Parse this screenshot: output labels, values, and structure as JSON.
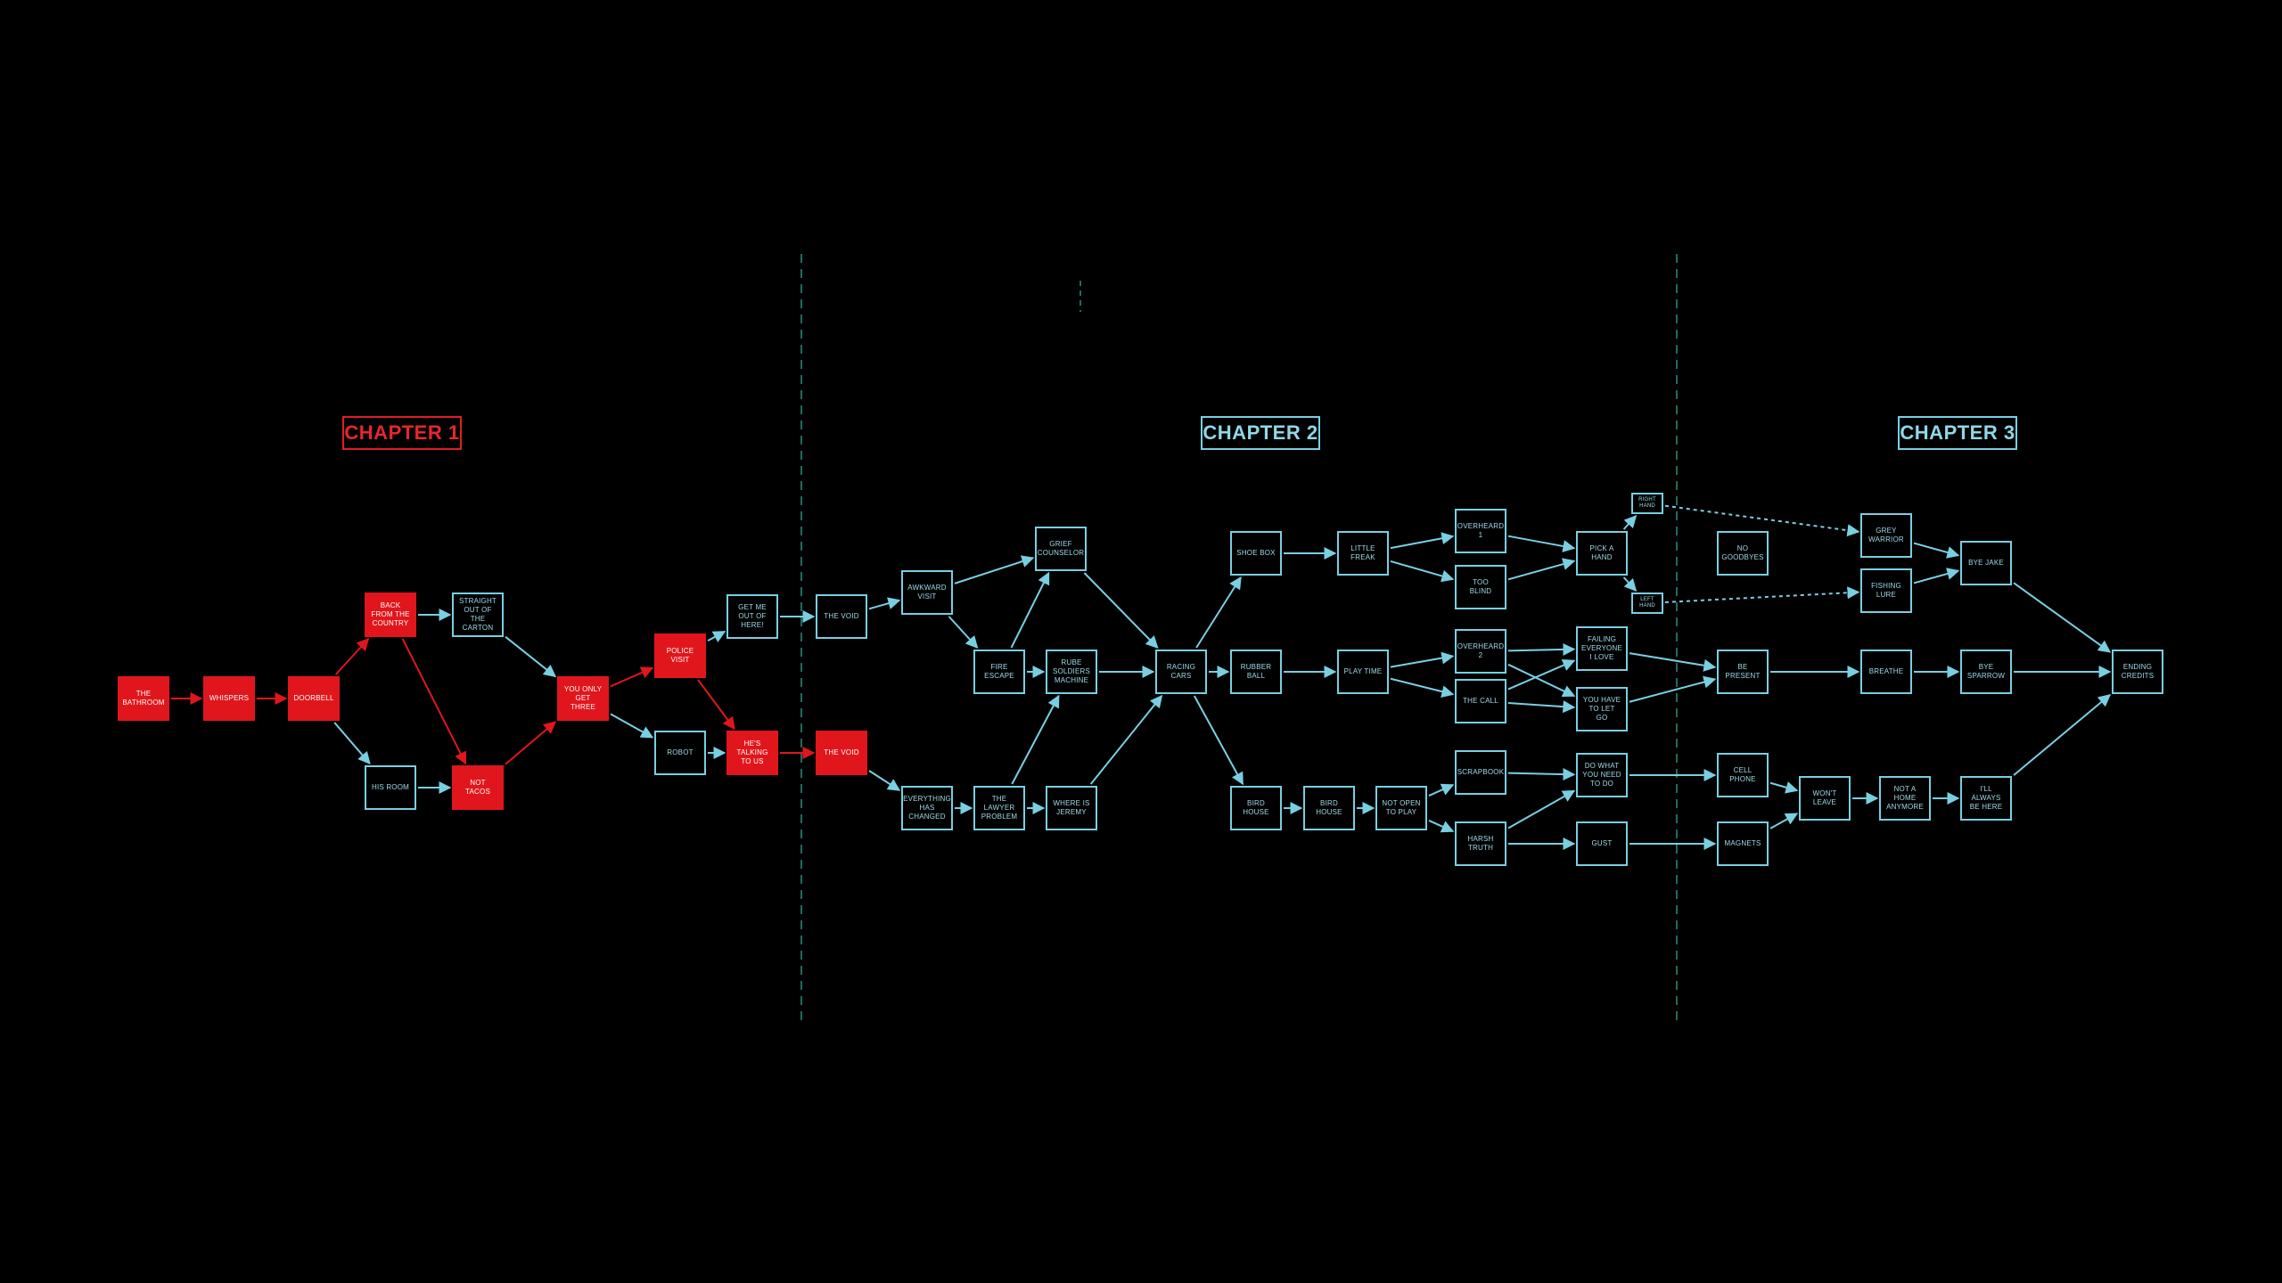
{
  "colors": {
    "background": "#000000",
    "red_path": "#e0161c",
    "cyan_path": "#79cfe2",
    "divider": "#1f6b60"
  },
  "chapters": [
    {
      "id": "ch1",
      "label": "CHAPTER 1",
      "color": "red"
    },
    {
      "id": "ch2",
      "label": "CHAPTER 2",
      "color": "cyan"
    },
    {
      "id": "ch3",
      "label": "CHAPTER 3",
      "color": "cyan"
    }
  ],
  "nodes": [
    {
      "id": "bathroom",
      "label": "THE BATHROOM",
      "style": "red"
    },
    {
      "id": "whispers",
      "label": "WHISPERS",
      "style": "red"
    },
    {
      "id": "doorbell",
      "label": "DOORBELL",
      "style": "red"
    },
    {
      "id": "back_country",
      "label": "BACK FROM THE COUNTRY",
      "style": "red"
    },
    {
      "id": "his_room",
      "label": "HIS ROOM",
      "style": "cyan"
    },
    {
      "id": "straight_carton",
      "label": "STRAIGHT OUT OF THE CARTON",
      "style": "cyan"
    },
    {
      "id": "not_tacos",
      "label": "NOT TACOS",
      "style": "red"
    },
    {
      "id": "only_get_three",
      "label": "YOU ONLY GET THREE",
      "style": "red"
    },
    {
      "id": "police_visit",
      "label": "POLICE VISIT",
      "style": "red"
    },
    {
      "id": "robot",
      "label": "ROBOT",
      "style": "cyan"
    },
    {
      "id": "get_me_out",
      "label": "GET ME OUT OF HERE!",
      "style": "cyan"
    },
    {
      "id": "talking_to_us",
      "label": "HE'S TALKING TO US",
      "style": "red"
    },
    {
      "id": "void_top",
      "label": "THE VOID",
      "style": "cyan"
    },
    {
      "id": "void_red",
      "label": "THE VOID",
      "style": "red"
    },
    {
      "id": "awkward_visit",
      "label": "AWKWARD VISIT",
      "style": "cyan"
    },
    {
      "id": "grief_counselor",
      "label": "GRIEF COUNSELOR",
      "style": "cyan"
    },
    {
      "id": "fire_escape",
      "label": "FIRE ESCAPE",
      "style": "cyan"
    },
    {
      "id": "rube_soldiers",
      "label": "RUBE SOLDIERS MACHINE",
      "style": "cyan"
    },
    {
      "id": "everything_changed",
      "label": "EVERYTHING HAS CHANGED",
      "style": "cyan"
    },
    {
      "id": "lawyer_problem",
      "label": "THE LAWYER PROBLEM",
      "style": "cyan"
    },
    {
      "id": "where_jeremy",
      "label": "WHERE IS JEREMY",
      "style": "cyan"
    },
    {
      "id": "racing_cars",
      "label": "RACING CARS",
      "style": "cyan"
    },
    {
      "id": "shoe_box",
      "label": "SHOE BOX",
      "style": "cyan"
    },
    {
      "id": "little_freak",
      "label": "LITTLE FREAK",
      "style": "cyan"
    },
    {
      "id": "rubber_ball",
      "label": "RUBBER BALL",
      "style": "cyan"
    },
    {
      "id": "play_time",
      "label": "PLAY TIME",
      "style": "cyan"
    },
    {
      "id": "bird_house_1",
      "label": "BIRD HOUSE",
      "style": "cyan"
    },
    {
      "id": "bird_house_2",
      "label": "BIRD HOUSE",
      "style": "cyan"
    },
    {
      "id": "not_open_play",
      "label": "NOT OPEN TO PLAY",
      "style": "cyan"
    },
    {
      "id": "overheard_1",
      "label": "OVERHEARD 1",
      "style": "cyan"
    },
    {
      "id": "too_blind",
      "label": "TOO BLIND",
      "style": "cyan"
    },
    {
      "id": "overheard_2",
      "label": "OVERHEARD 2",
      "style": "cyan"
    },
    {
      "id": "the_call",
      "label": "THE CALL",
      "style": "cyan"
    },
    {
      "id": "scrapbook",
      "label": "SCRAPBOOK",
      "style": "cyan"
    },
    {
      "id": "harsh_truth",
      "label": "HARSH TRUTH",
      "style": "cyan"
    },
    {
      "id": "pick_a_hand",
      "label": "PICK A HAND",
      "style": "cyan"
    },
    {
      "id": "right_hand",
      "label": "RIGHT HAND",
      "style": "cyan"
    },
    {
      "id": "left_hand",
      "label": "LEFT HAND",
      "style": "cyan"
    },
    {
      "id": "failing_love",
      "label": "FAILING EVERYONE I LOVE",
      "style": "cyan"
    },
    {
      "id": "let_go",
      "label": "YOU HAVE TO LET GO",
      "style": "cyan"
    },
    {
      "id": "do_what_need",
      "label": "DO WHAT YOU NEED TO DO",
      "style": "cyan"
    },
    {
      "id": "gust",
      "label": "GUST",
      "style": "cyan"
    },
    {
      "id": "no_goodbyes",
      "label": "NO GOODBYES",
      "style": "cyan"
    },
    {
      "id": "be_present",
      "label": "BE PRESENT",
      "style": "cyan"
    },
    {
      "id": "cell_phone",
      "label": "CELL PHONE",
      "style": "cyan"
    },
    {
      "id": "magnets",
      "label": "MAGNETS",
      "style": "cyan"
    },
    {
      "id": "grey_warrior",
      "label": "GREY WARRIOR",
      "style": "cyan"
    },
    {
      "id": "fishing_lure",
      "label": "FISHING LURE",
      "style": "cyan"
    },
    {
      "id": "breathe",
      "label": "BREATHE",
      "style": "cyan"
    },
    {
      "id": "wont_leave",
      "label": "WON'T LEAVE",
      "style": "cyan"
    },
    {
      "id": "not_home",
      "label": "NOT A HOME ANYMORE",
      "style": "cyan"
    },
    {
      "id": "bye_jake",
      "label": "BYE JAKE",
      "style": "cyan"
    },
    {
      "id": "bye_sparrow",
      "label": "BYE SPARROW",
      "style": "cyan"
    },
    {
      "id": "always_here",
      "label": "I'LL ALWAYS BE HERE",
      "style": "cyan"
    },
    {
      "id": "ending_credits",
      "label": "ENDING CREDITS",
      "style": "cyan"
    }
  ],
  "edges": [
    {
      "from": "bathroom",
      "to": "whispers",
      "color": "red"
    },
    {
      "from": "whispers",
      "to": "doorbell",
      "color": "red"
    },
    {
      "from": "doorbell",
      "to": "back_country",
      "color": "red"
    },
    {
      "from": "doorbell",
      "to": "his_room",
      "color": "cyan"
    },
    {
      "from": "back_country",
      "to": "straight_carton",
      "color": "cyan"
    },
    {
      "from": "back_country",
      "to": "not_tacos",
      "color": "red"
    },
    {
      "from": "his_room",
      "to": "not_tacos",
      "color": "cyan"
    },
    {
      "from": "straight_carton",
      "to": "only_get_three",
      "color": "cyan"
    },
    {
      "from": "not_tacos",
      "to": "only_get_three",
      "color": "red"
    },
    {
      "from": "only_get_three",
      "to": "police_visit",
      "color": "red"
    },
    {
      "from": "only_get_three",
      "to": "robot",
      "color": "cyan"
    },
    {
      "from": "police_visit",
      "to": "get_me_out",
      "color": "cyan"
    },
    {
      "from": "police_visit",
      "to": "talking_to_us",
      "color": "red"
    },
    {
      "from": "robot",
      "to": "talking_to_us",
      "color": "cyan"
    },
    {
      "from": "get_me_out",
      "to": "void_top",
      "color": "cyan"
    },
    {
      "from": "talking_to_us",
      "to": "void_red",
      "color": "red"
    },
    {
      "from": "void_top",
      "to": "awkward_visit",
      "color": "cyan"
    },
    {
      "from": "void_red",
      "to": "everything_changed",
      "color": "cyan"
    },
    {
      "from": "awkward_visit",
      "to": "grief_counselor",
      "color": "cyan"
    },
    {
      "from": "awkward_visit",
      "to": "fire_escape",
      "color": "cyan"
    },
    {
      "from": "fire_escape",
      "to": "grief_counselor",
      "color": "cyan"
    },
    {
      "from": "fire_escape",
      "to": "rube_soldiers",
      "color": "cyan"
    },
    {
      "from": "everything_changed",
      "to": "lawyer_problem",
      "color": "cyan"
    },
    {
      "from": "lawyer_problem",
      "to": "where_jeremy",
      "color": "cyan"
    },
    {
      "from": "lawyer_problem",
      "to": "rube_soldiers",
      "color": "cyan"
    },
    {
      "from": "grief_counselor",
      "to": "racing_cars",
      "color": "cyan"
    },
    {
      "from": "rube_soldiers",
      "to": "racing_cars",
      "color": "cyan"
    },
    {
      "from": "where_jeremy",
      "to": "racing_cars",
      "color": "cyan"
    },
    {
      "from": "racing_cars",
      "to": "shoe_box",
      "color": "cyan"
    },
    {
      "from": "racing_cars",
      "to": "rubber_ball",
      "color": "cyan"
    },
    {
      "from": "racing_cars",
      "to": "bird_house_1",
      "color": "cyan"
    },
    {
      "from": "shoe_box",
      "to": "little_freak",
      "color": "cyan"
    },
    {
      "from": "rubber_ball",
      "to": "play_time",
      "color": "cyan"
    },
    {
      "from": "bird_house_1",
      "to": "bird_house_2",
      "color": "cyan"
    },
    {
      "from": "bird_house_2",
      "to": "not_open_play",
      "color": "cyan"
    },
    {
      "from": "little_freak",
      "to": "overheard_1",
      "color": "cyan"
    },
    {
      "from": "little_freak",
      "to": "too_blind",
      "color": "cyan"
    },
    {
      "from": "play_time",
      "to": "overheard_2",
      "color": "cyan"
    },
    {
      "from": "play_time",
      "to": "the_call",
      "color": "cyan"
    },
    {
      "from": "not_open_play",
      "to": "scrapbook",
      "color": "cyan"
    },
    {
      "from": "not_open_play",
      "to": "harsh_truth",
      "color": "cyan"
    },
    {
      "from": "overheard_1",
      "to": "pick_a_hand",
      "color": "cyan"
    },
    {
      "from": "too_blind",
      "to": "pick_a_hand",
      "color": "cyan"
    },
    {
      "from": "pick_a_hand",
      "to": "right_hand",
      "color": "cyan"
    },
    {
      "from": "pick_a_hand",
      "to": "left_hand",
      "color": "cyan"
    },
    {
      "from": "overheard_2",
      "to": "failing_love",
      "color": "cyan"
    },
    {
      "from": "overheard_2",
      "to": "let_go",
      "color": "cyan"
    },
    {
      "from": "the_call",
      "to": "failing_love",
      "color": "cyan"
    },
    {
      "from": "the_call",
      "to": "let_go",
      "color": "cyan"
    },
    {
      "from": "scrapbook",
      "to": "do_what_need",
      "color": "cyan"
    },
    {
      "from": "harsh_truth",
      "to": "do_what_need",
      "color": "cyan"
    },
    {
      "from": "harsh_truth",
      "to": "gust",
      "color": "cyan"
    },
    {
      "from": "right_hand",
      "to": "grey_warrior",
      "color": "cyan",
      "dashed": true
    },
    {
      "from": "left_hand",
      "to": "fishing_lure",
      "color": "cyan",
      "dashed": true
    },
    {
      "from": "failing_love",
      "to": "be_present",
      "color": "cyan"
    },
    {
      "from": "let_go",
      "to": "be_present",
      "color": "cyan"
    },
    {
      "from": "do_what_need",
      "to": "cell_phone",
      "color": "cyan"
    },
    {
      "from": "gust",
      "to": "magnets",
      "color": "cyan"
    },
    {
      "from": "be_present",
      "to": "breathe",
      "color": "cyan"
    },
    {
      "from": "cell_phone",
      "to": "wont_leave",
      "color": "cyan"
    },
    {
      "from": "magnets",
      "to": "wont_leave",
      "color": "cyan"
    },
    {
      "from": "wont_leave",
      "to": "not_home",
      "color": "cyan"
    },
    {
      "from": "not_home",
      "to": "always_here",
      "color": "cyan"
    },
    {
      "from": "grey_warrior",
      "to": "bye_jake",
      "color": "cyan"
    },
    {
      "from": "fishing_lure",
      "to": "bye_jake",
      "color": "cyan"
    },
    {
      "from": "breathe",
      "to": "bye_sparrow",
      "color": "cyan"
    },
    {
      "from": "bye_jake",
      "to": "ending_credits",
      "color": "cyan"
    },
    {
      "from": "bye_sparrow",
      "to": "ending_credits",
      "color": "cyan"
    },
    {
      "from": "always_here",
      "to": "ending_credits",
      "color": "cyan"
    }
  ]
}
